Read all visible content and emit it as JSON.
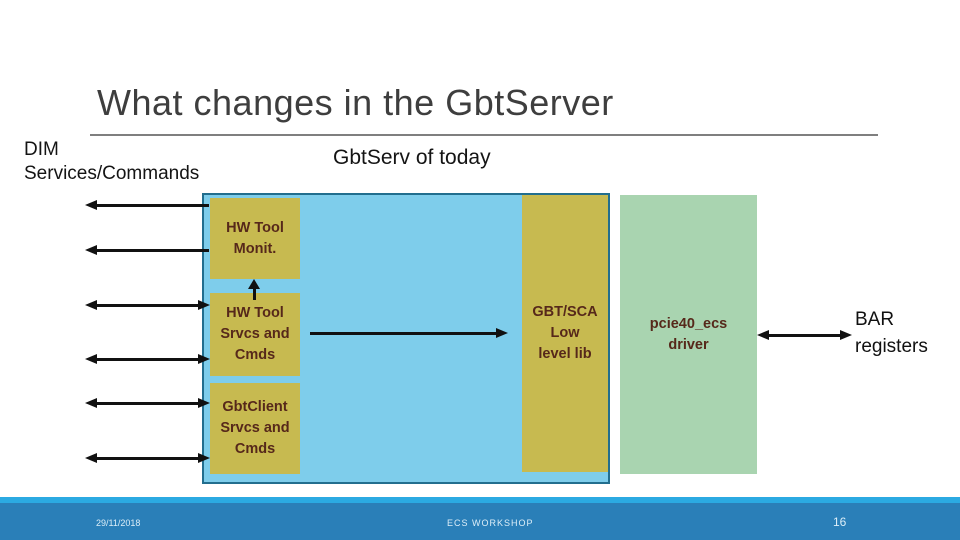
{
  "slide": {
    "title": "What changes in the GbtServer",
    "annotations": {
      "dim_services": "DIM\nServices/Commands",
      "gbtserv_today": "GbtServ of today",
      "bar_registers": "BAR\nregisters"
    }
  },
  "diagram": {
    "gbtserv_container": {
      "boxes": [
        {
          "id": "hw-tool-monit",
          "label": "HW Tool\nMonit."
        },
        {
          "id": "hw-tool-srvcs",
          "label": "HW Tool\nSrvcs and\nCmds"
        },
        {
          "id": "gbtclient-srvcs",
          "label": "GbtClient\nSrvcs and\nCmds"
        },
        {
          "id": "gbt-sca-lib",
          "label": "GBT/SCA\nLow\nlevel lib"
        }
      ]
    },
    "driver_box": {
      "label": "pcie40_ecs\ndriver"
    }
  },
  "footer": {
    "date": "29/11/2018",
    "event": "ECS WORKSHOP",
    "page_number": "16"
  },
  "colors": {
    "title_text": "#3E3E3E",
    "title_underline": "#7F7F7F",
    "container_fill": "#7ECDEB",
    "container_border": "#226E8E",
    "module_fill": "#C7BA50",
    "module_text": "#56281A",
    "driver_fill": "#A9D4B0",
    "arrow": "#111111",
    "footer_bar": "#2A7FB8",
    "footer_bar_accent": "#2BAAE2",
    "footer_text": "#DCEEF8"
  }
}
